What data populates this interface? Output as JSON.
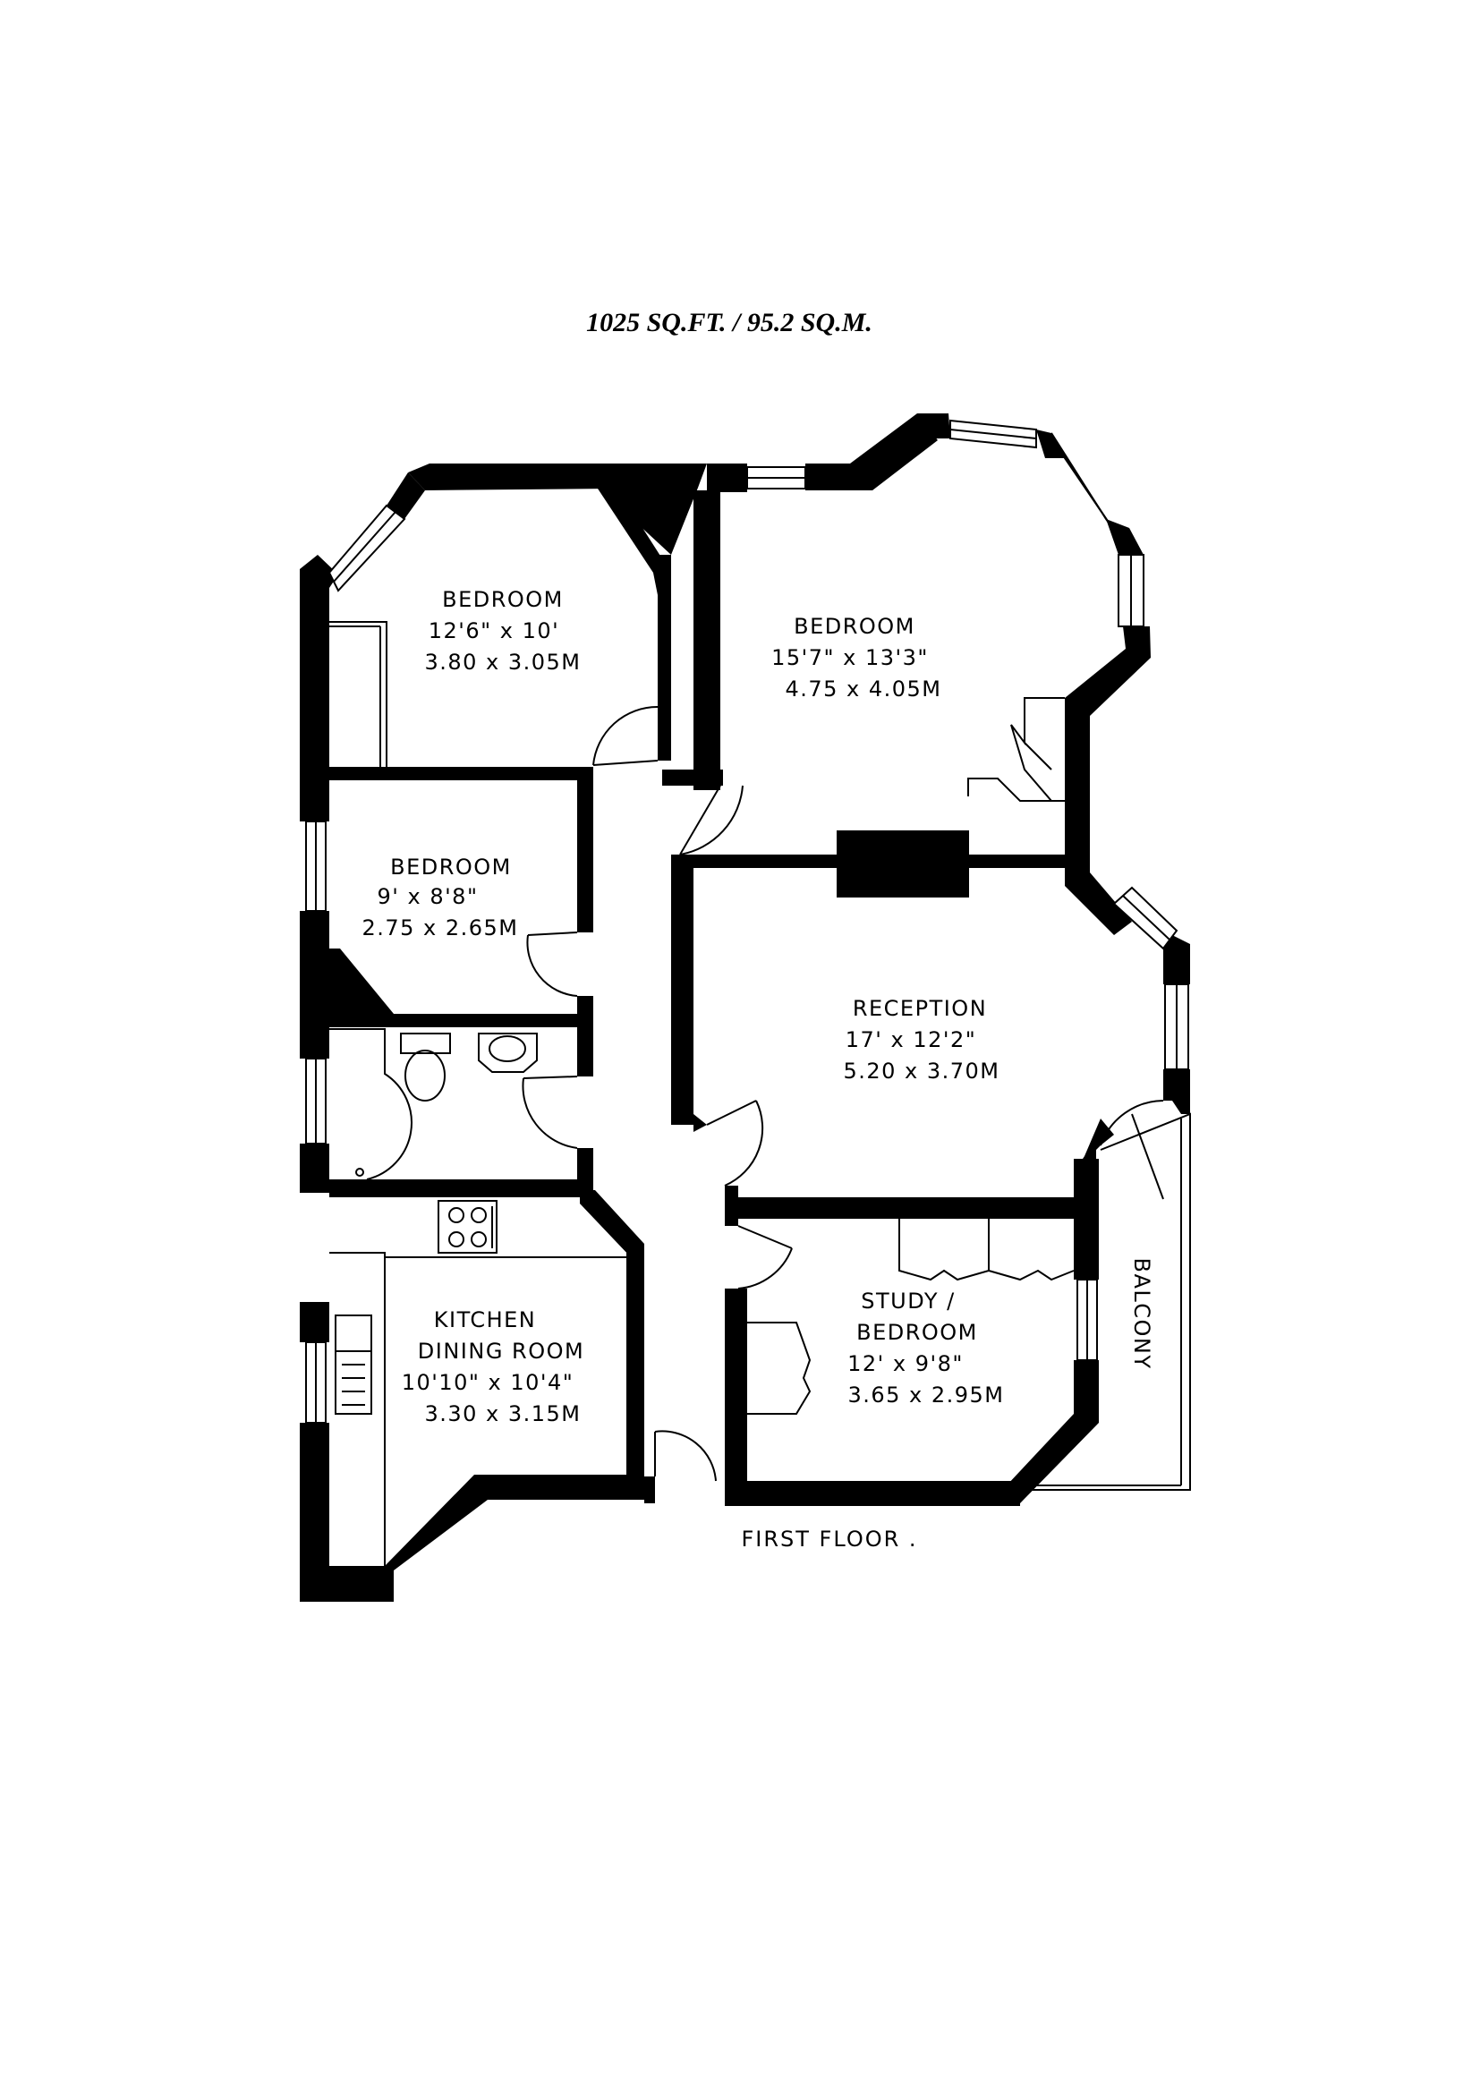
{
  "total_area": "1025 SQ.FT. / 95.2 SQ.M.",
  "floor_label": "FIRST FLOOR .",
  "colors": {
    "wall": "#000000",
    "background": "#ffffff",
    "fixture": "#000000"
  },
  "rooms": {
    "bedroom_1": {
      "name": "BEDROOM",
      "imperial": "12'6\" x 10'",
      "metric": "3.80 x 3.05M"
    },
    "bedroom_2": {
      "name": "BEDROOM",
      "imperial": "15'7\" x 13'3\"",
      "metric": "4.75 x 4.05M"
    },
    "bedroom_3": {
      "name": "BEDROOM",
      "imperial": "9' x 8'8\"",
      "metric": "2.75 x 2.65M"
    },
    "reception": {
      "name": "RECEPTION",
      "imperial": "17' x 12'2\"",
      "metric": "5.20 x 3.70M"
    },
    "kitchen": {
      "name": "KITCHEN",
      "name2": "DINING ROOM",
      "imperial": "10'10\" x 10'4\"",
      "metric": "3.30 x 3.15M"
    },
    "study": {
      "name": "STUDY /",
      "name2": "BEDROOM",
      "imperial": "12' x 9'8\"",
      "metric": "3.65 x 2.95M"
    },
    "balcony": {
      "name": "BALCONY"
    }
  }
}
